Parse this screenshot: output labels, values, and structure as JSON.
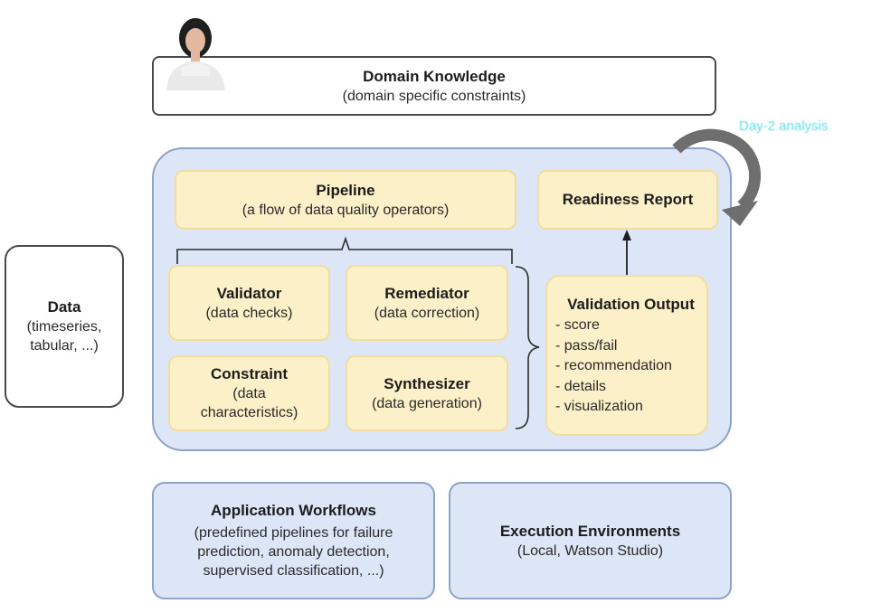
{
  "domain_knowledge": {
    "title": "Domain Knowledge",
    "subtitle": "(domain specific constraints)"
  },
  "data_box": {
    "title": "Data",
    "subtitle_line1": "(timeseries,",
    "subtitle_line2": "tabular, ...)"
  },
  "pipeline": {
    "title": "Pipeline",
    "subtitle": "(a flow of data quality operators)"
  },
  "readiness_report": {
    "title": "Readiness Report"
  },
  "operators": {
    "validator": {
      "title": "Validator",
      "subtitle": "(data checks)"
    },
    "remediator": {
      "title": "Remediator",
      "subtitle": "(data correction)"
    },
    "constraint": {
      "title": "Constraint",
      "subtitle_line1": "(data",
      "subtitle_line2": "characteristics)"
    },
    "synthesizer": {
      "title": "Synthesizer",
      "subtitle": "(data generation)"
    }
  },
  "validation_output": {
    "title": "Validation Output",
    "items": [
      "- score",
      "- pass/fail",
      "- recommendation",
      "- details",
      "- visualization"
    ]
  },
  "day2_label": "Day-2 analysis",
  "application_workflows": {
    "title": "Application Workflows",
    "line1": "(predefined pipelines for failure",
    "line2": "prediction, anomaly detection,",
    "line3": "supervised classification, ...)"
  },
  "execution_environments": {
    "title": "Execution Environments",
    "subtitle": "(Local, Watson Studio)"
  },
  "colors": {
    "panel_blue": "#dde6f6",
    "box_yellow": "#fbf0c8",
    "day2_cyan": "#5cdcf4",
    "arrow_gray": "#6e6e6e"
  },
  "icons": [
    "user-avatar-icon",
    "curved-arrow-icon",
    "up-arrow-icon",
    "brace-icon"
  ]
}
